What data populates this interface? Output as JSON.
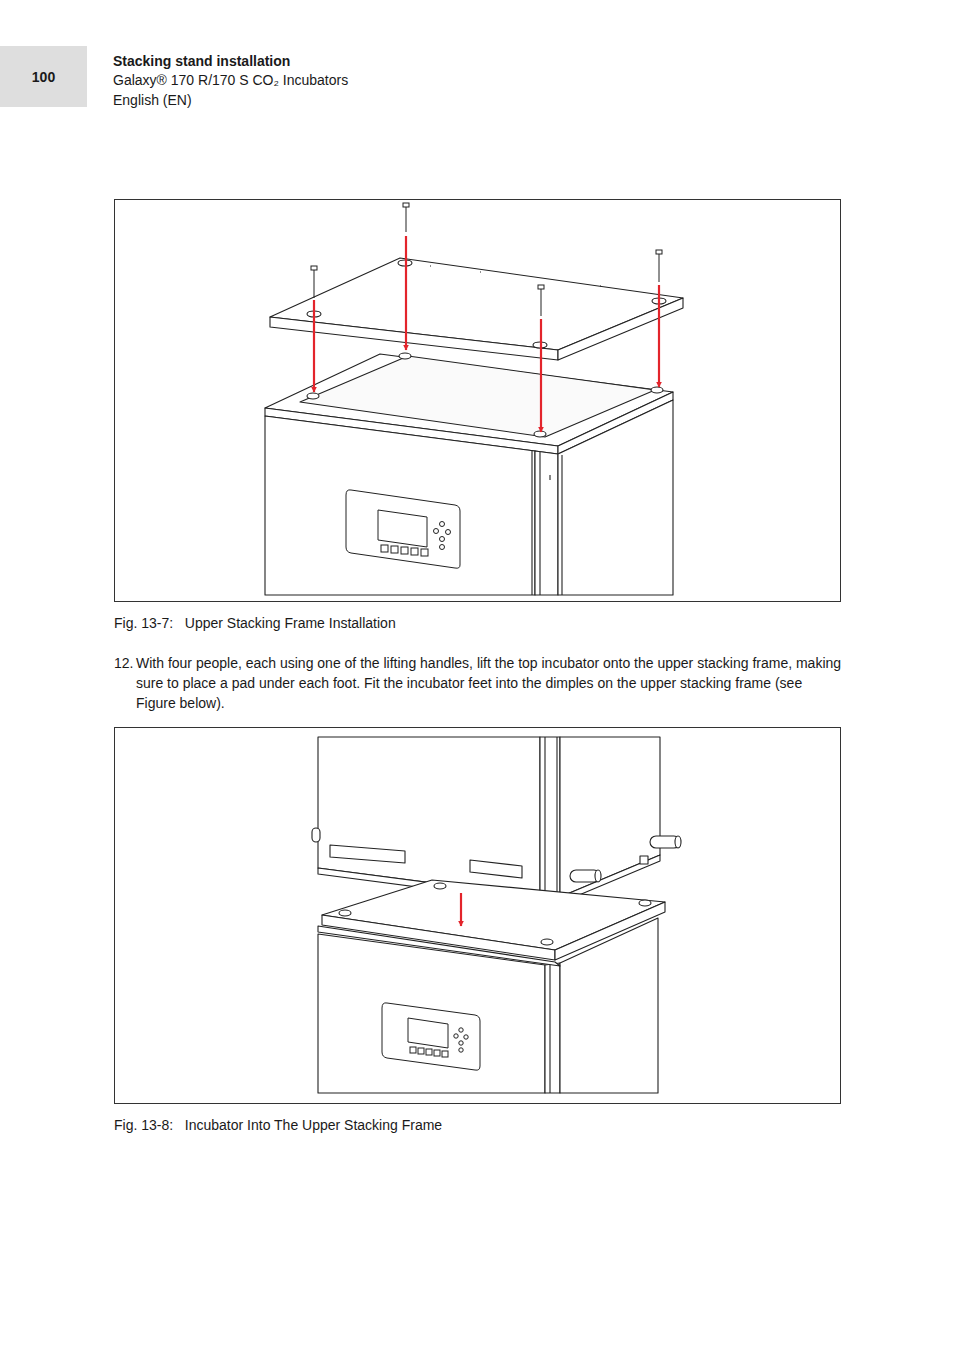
{
  "diagram": {
    "title": "Stacking stand installation",
    "nodes": [
      {
        "text": [
          "100"
        ]
      }
    ],
    "labels": [
      "Galaxy® 170 R/170 S CO₂ Incubators",
      "English (EN)",
      "Fig. 13-7:   Upper Stacking Frame Installation",
      "12.",
      "With four people, each using one of the lifting handles, lift the top incubator onto the upper stacking frame, making sure to place a pad under each foot. Fit the incubator feet into the dimples on the upper stacking frame (see Figure below).",
      "Fig. 13-8:   Incubator Into The Upper Stacking Frame"
    ]
  }
}
